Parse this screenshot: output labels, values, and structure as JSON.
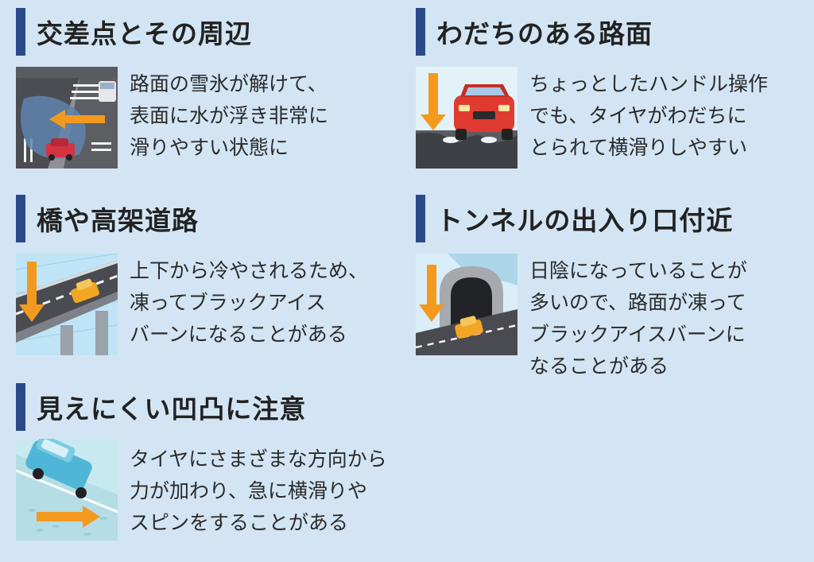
{
  "sections": [
    {
      "title": "交差点とその周辺",
      "lines": [
        "路面の雪氷が解けて、",
        "表面に水が浮き非常に",
        "滑りやすい状態に"
      ]
    },
    {
      "title": "わだちのある路面",
      "lines": [
        "ちょっとしたハンドル操作",
        "でも、タイヤがわだちに",
        "とられて横滑りしやすい"
      ]
    },
    {
      "title": "橋や高架道路",
      "lines": [
        "上下から冷やされるため、",
        "凍ってブラックアイス",
        "バーンになることがある"
      ]
    },
    {
      "title": "トンネルの出入り口付近",
      "lines": [
        "日陰になっていることが",
        "多いので、路面が凍って",
        "ブラックアイスバーンに",
        "なることがある"
      ]
    },
    {
      "title": "見えにくい凹凸に注意",
      "lines": [
        "タイヤにさまざまな方向から",
        "力が加わり、急に横滑りや",
        "スピンをすることがある"
      ]
    }
  ],
  "colors": {
    "background": "#d3e5f4",
    "accent_bar": "#2c4a8a",
    "arrow": "#f39a1e"
  },
  "icons": [
    "intersection-icon",
    "rutted-road-icon",
    "elevated-road-icon",
    "tunnel-icon",
    "uneven-road-icon"
  ]
}
